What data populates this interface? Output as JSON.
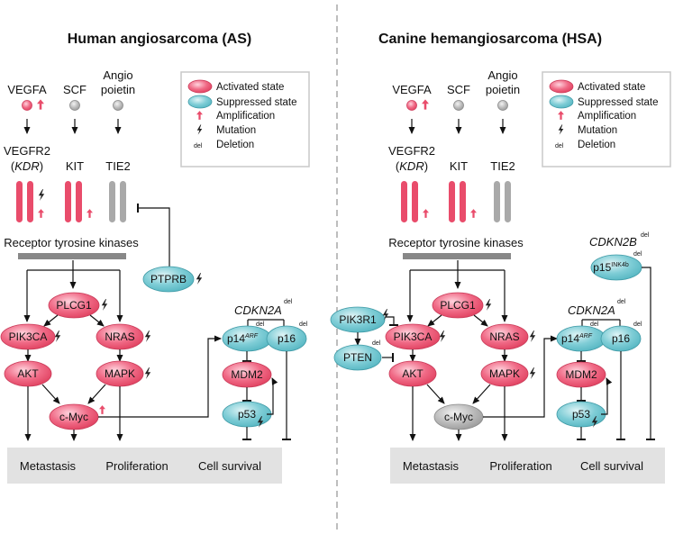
{
  "divider": true,
  "colors": {
    "activated": "#e94c6b",
    "suppressed": "#5bbcc7",
    "neutral": "#a9a9a9",
    "amplification": "#e94c6b",
    "outcome_box": "#e2e2e2"
  },
  "legend": {
    "items": [
      {
        "type": "activated",
        "label": "Activated state"
      },
      {
        "type": "suppressed",
        "label": "Suppressed state"
      },
      {
        "type": "amplification",
        "label": "Amplification"
      },
      {
        "type": "mutation",
        "label": "Mutation"
      },
      {
        "type": "deletion",
        "symbol": "del",
        "label": "Deletion"
      }
    ]
  },
  "panels": [
    {
      "title": "Human angiosarcoma (AS)",
      "ligands": {
        "vegfa": "VEGFA",
        "scf": "SCF",
        "angio_line1": "Angio",
        "angio_line2": "poietin"
      },
      "receptors": {
        "vegfr2": "VEGFR2",
        "kdr": "KDR",
        "kit": "KIT",
        "tie2": "TIE2"
      },
      "rtk_label": "Receptor tyrosine kinases",
      "nodes": {
        "ptprb": "PTPRB",
        "plcg1": "PLCG1",
        "pik3ca": "PIK3CA",
        "nras": "NRAS",
        "akt": "AKT",
        "mapk": "MAPK",
        "cmyc": "c-Myc",
        "p14": "p14",
        "p14_sup": "ARF",
        "p16": "p16",
        "mdm2": "MDM2",
        "p53": "p53"
      },
      "gene_label": "CDKN2A",
      "del_symbol": "del",
      "outcomes": [
        "Metastasis",
        "Proliferation",
        "Cell survival"
      ]
    },
    {
      "title": "Canine hemangiosarcoma (HSA)",
      "ligands": {
        "vegfa": "VEGFA",
        "scf": "SCF",
        "angio_line1": "Angio",
        "angio_line2": "poietin"
      },
      "receptors": {
        "vegfr2": "VEGFR2",
        "kdr": "KDR",
        "kit": "KIT",
        "tie2": "TIE2"
      },
      "rtk_label": "Receptor tyrosine kinases",
      "nodes": {
        "pik3r1": "PIK3R1",
        "pten": "PTEN",
        "plcg1": "PLCG1",
        "pik3ca": "PIK3CA",
        "nras": "NRAS",
        "akt": "AKT",
        "mapk": "MAPK",
        "cmyc": "c-Myc",
        "p14": "p14",
        "p14_sup": "ARF",
        "p16": "p16",
        "mdm2": "MDM2",
        "p53": "p53",
        "p15": "p15",
        "p15_sup": "INK4b"
      },
      "gene_label": "CDKN2A",
      "gene_label_2": "CDKN2B",
      "del_symbol": "del",
      "outcomes": [
        "Metastasis",
        "Proliferation",
        "Cell survival"
      ]
    }
  ]
}
